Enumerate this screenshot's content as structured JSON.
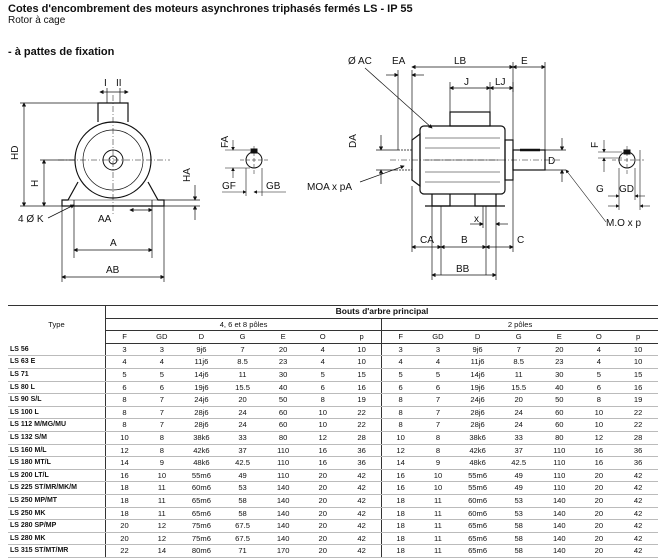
{
  "header": {
    "title": "Cotes d'encombrement des moteurs asynchrones triphasés fermés  LS - IP 55",
    "subtitle": "Rotor à cage",
    "section": "- à pattes de fixation"
  },
  "drawing_labels": {
    "I": "I",
    "II": "II",
    "HD": "HD",
    "H": "H",
    "HA": "HA",
    "AA": "AA",
    "K": "4 Ø K",
    "A": "A",
    "AB": "AB",
    "FA": "FA",
    "GF": "GF",
    "GB": "GB",
    "AC": "Ø AC",
    "EA": "EA",
    "LB": "LB",
    "E": "E",
    "J": "J",
    "LJ": "LJ",
    "DA": "DA",
    "MOA": "MOA x pA",
    "D": "D",
    "x": "x",
    "CA": "CA",
    "B": "B",
    "C": "C",
    "BB": "BB",
    "F": "F",
    "G": "G",
    "GD": "GD",
    "MO": "M.O x p"
  },
  "table": {
    "main_header": "Bouts d'arbre principal",
    "type_header": "Type",
    "group_left": "4, 6 et 8 pôles",
    "group_right": "2 pôles",
    "columns": [
      "F",
      "GD",
      "D",
      "G",
      "E",
      "O",
      "p"
    ],
    "rows": [
      {
        "type": "LS 56",
        "left": [
          "3",
          "3",
          "9j6",
          "7",
          "20",
          "4",
          "10"
        ],
        "right": [
          "3",
          "3",
          "9j6",
          "7",
          "20",
          "4",
          "10"
        ]
      },
      {
        "type": "LS 63 E",
        "left": [
          "4",
          "4",
          "11j6",
          "8.5",
          "23",
          "4",
          "10"
        ],
        "right": [
          "4",
          "4",
          "11j6",
          "8.5",
          "23",
          "4",
          "10"
        ]
      },
      {
        "type": "LS 71",
        "left": [
          "5",
          "5",
          "14j6",
          "11",
          "30",
          "5",
          "15"
        ],
        "right": [
          "5",
          "5",
          "14j6",
          "11",
          "30",
          "5",
          "15"
        ]
      },
      {
        "type": "LS 80 L",
        "left": [
          "6",
          "6",
          "19j6",
          "15.5",
          "40",
          "6",
          "16"
        ],
        "right": [
          "6",
          "6",
          "19j6",
          "15.5",
          "40",
          "6",
          "16"
        ]
      },
      {
        "type": "LS 90 S/L",
        "left": [
          "8",
          "7",
          "24j6",
          "20",
          "50",
          "8",
          "19"
        ],
        "right": [
          "8",
          "7",
          "24j6",
          "20",
          "50",
          "8",
          "19"
        ]
      },
      {
        "type": "LS 100 L",
        "left": [
          "8",
          "7",
          "28j6",
          "24",
          "60",
          "10",
          "22"
        ],
        "right": [
          "8",
          "7",
          "28j6",
          "24",
          "60",
          "10",
          "22"
        ]
      },
      {
        "type": "LS 112 M/MG/MU",
        "left": [
          "8",
          "7",
          "28j6",
          "24",
          "60",
          "10",
          "22"
        ],
        "right": [
          "8",
          "7",
          "28j6",
          "24",
          "60",
          "10",
          "22"
        ]
      },
      {
        "type": "LS 132 S/M",
        "left": [
          "10",
          "8",
          "38k6",
          "33",
          "80",
          "12",
          "28"
        ],
        "right": [
          "10",
          "8",
          "38k6",
          "33",
          "80",
          "12",
          "28"
        ]
      },
      {
        "type": "LS 160 M/L",
        "left": [
          "12",
          "8",
          "42k6",
          "37",
          "110",
          "16",
          "36"
        ],
        "right": [
          "12",
          "8",
          "42k6",
          "37",
          "110",
          "16",
          "36"
        ]
      },
      {
        "type": "LS 180 MT/L",
        "left": [
          "14",
          "9",
          "48k6",
          "42.5",
          "110",
          "16",
          "36"
        ],
        "right": [
          "14",
          "9",
          "48k6",
          "42.5",
          "110",
          "16",
          "36"
        ]
      },
      {
        "type": "LS 200 LT/L",
        "left": [
          "16",
          "10",
          "55m6",
          "49",
          "110",
          "20",
          "42"
        ],
        "right": [
          "16",
          "10",
          "55m6",
          "49",
          "110",
          "20",
          "42"
        ]
      },
      {
        "type": "LS 225 ST/MR/MK/M",
        "left": [
          "18",
          "11",
          "60m6",
          "53",
          "140",
          "20",
          "42"
        ],
        "right": [
          "16",
          "10",
          "55m6",
          "49",
          "110",
          "20",
          "42"
        ]
      },
      {
        "type": "LS 250 MP/MT",
        "left": [
          "18",
          "11",
          "65m6",
          "58",
          "140",
          "20",
          "42"
        ],
        "right": [
          "18",
          "11",
          "60m6",
          "53",
          "140",
          "20",
          "42"
        ]
      },
      {
        "type": "LS 250 MK",
        "left": [
          "18",
          "11",
          "65m6",
          "58",
          "140",
          "20",
          "42"
        ],
        "right": [
          "18",
          "11",
          "60m6",
          "53",
          "140",
          "20",
          "42"
        ]
      },
      {
        "type": "LS 280 SP/MP",
        "left": [
          "20",
          "12",
          "75m6",
          "67.5",
          "140",
          "20",
          "42"
        ],
        "right": [
          "18",
          "11",
          "65m6",
          "58",
          "140",
          "20",
          "42"
        ]
      },
      {
        "type": "LS 280 MK",
        "left": [
          "20",
          "12",
          "75m6",
          "67.5",
          "140",
          "20",
          "42"
        ],
        "right": [
          "18",
          "11",
          "65m6",
          "58",
          "140",
          "20",
          "42"
        ]
      },
      {
        "type": "LS 315 ST/MT/MR",
        "left": [
          "22",
          "14",
          "80m6",
          "71",
          "170",
          "20",
          "42"
        ],
        "right": [
          "18",
          "11",
          "65m6",
          "58",
          "140",
          "20",
          "42"
        ]
      }
    ]
  }
}
